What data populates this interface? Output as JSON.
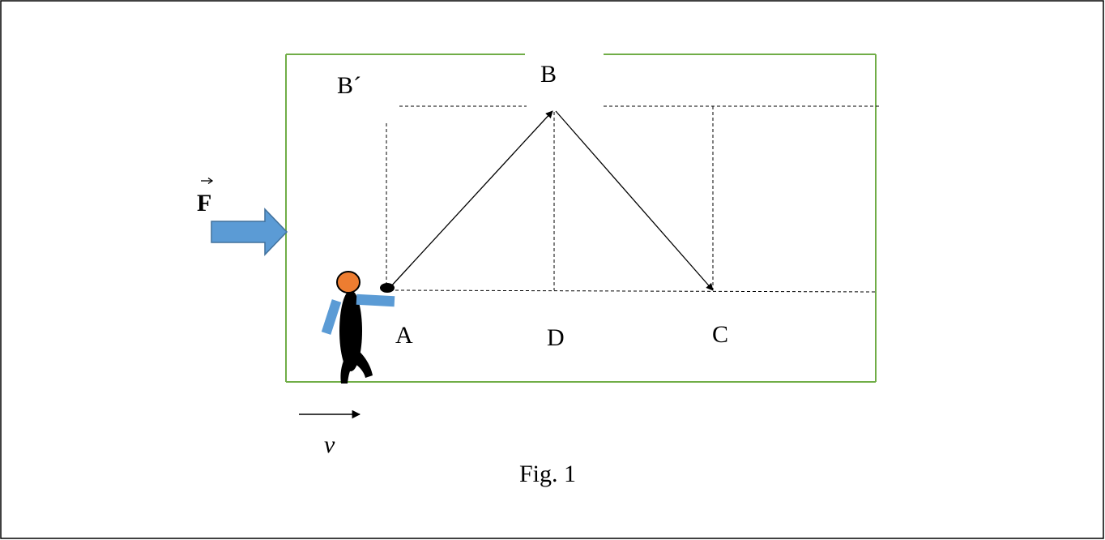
{
  "labels": {
    "point_a": "A",
    "point_b": "B",
    "point_b_prime": "B´",
    "point_c": "C",
    "point_d": "D",
    "force": "F",
    "velocity": "v",
    "caption": "Fig. 1"
  },
  "colors": {
    "box_border": "#70ad47",
    "force_arrow_fill": "#5b9bd5",
    "force_arrow_stroke": "#41719c",
    "person_head": "#ed7d31",
    "person_arms": "#5b9bd5",
    "person_body": "#000000",
    "lines": "#000000"
  },
  "icons": {
    "person": "person-throwing-ball-icon",
    "ball": "ball-icon",
    "force": "force-arrow-icon",
    "velocity": "velocity-arrow-icon"
  }
}
